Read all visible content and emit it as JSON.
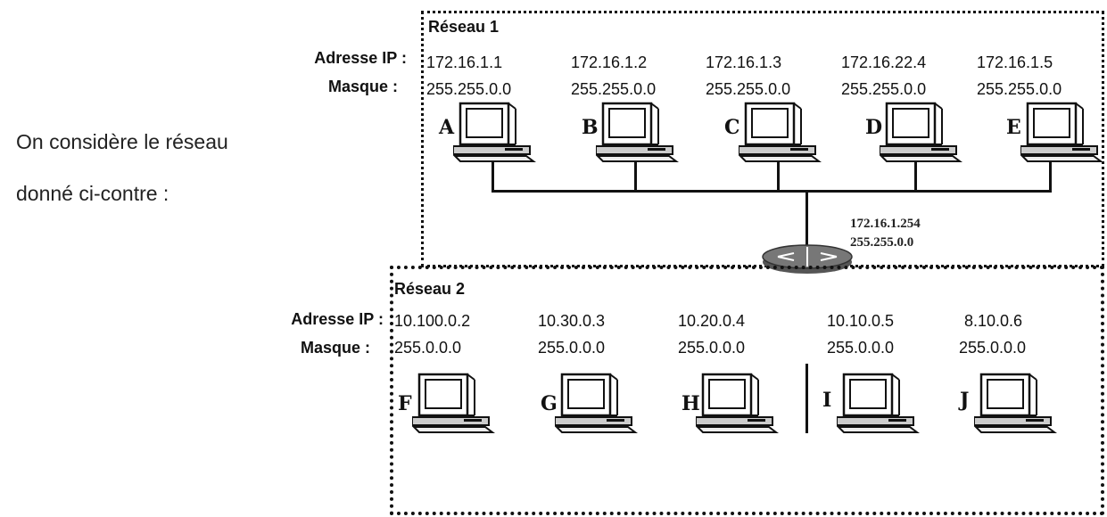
{
  "intro": {
    "line1": "On considère le réseau",
    "line2": "donné ci-contre :"
  },
  "labels": {
    "ip": "Adresse IP :",
    "mask": "Masque :"
  },
  "networks": [
    {
      "title": "Réseau 1",
      "hosts": [
        {
          "letter": "A",
          "ip": "172.16.1.1",
          "mask": "255.255.0.0"
        },
        {
          "letter": "B",
          "ip": "172.16.1.2",
          "mask": "255.255.0.0"
        },
        {
          "letter": "C",
          "ip": "172.16.1.3",
          "mask": "255.255.0.0"
        },
        {
          "letter": "D",
          "ip": "172.16.22.4",
          "mask": "255.255.0.0"
        },
        {
          "letter": "E",
          "ip": "172.16.1.5",
          "mask": "255.255.0.0"
        }
      ]
    },
    {
      "title": "Réseau 2",
      "hosts": [
        {
          "letter": "F",
          "ip": "10.100.0.2",
          "mask": "255.0.0.0"
        },
        {
          "letter": "G",
          "ip": "10.30.0.3",
          "mask": "255.0.0.0"
        },
        {
          "letter": "H",
          "ip": "10.20.0.4",
          "mask": "255.0.0.0"
        },
        {
          "letter": "I",
          "ip": "10.10.0.5",
          "mask": "255.0.0.0"
        },
        {
          "letter": "J",
          "ip": "8.10.0.6",
          "mask": "255.0.0.0"
        }
      ]
    }
  ],
  "router": {
    "ip": "172.16.1.254",
    "mask": "255.255.0.0"
  }
}
